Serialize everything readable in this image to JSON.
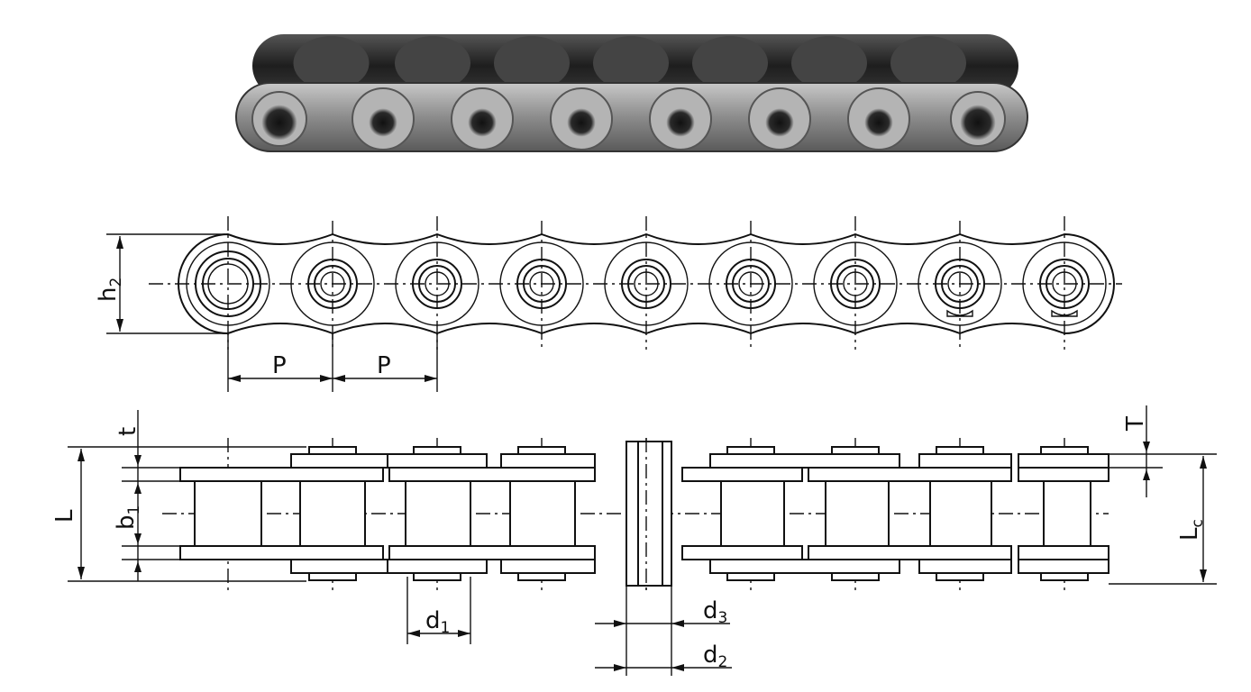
{
  "labels": {
    "h2": {
      "main": "h",
      "sub": "2"
    },
    "p1": "P",
    "p2": "P",
    "t": "t",
    "T": "T",
    "L": "L",
    "b1": {
      "main": "b",
      "sub": "1"
    },
    "Lc": {
      "main": "L",
      "sub": "c"
    },
    "d1": {
      "main": "d",
      "sub": "1"
    },
    "d2": {
      "main": "d",
      "sub": "2"
    },
    "d3": {
      "main": "d",
      "sub": "3"
    }
  },
  "colors": {
    "line": "#111111",
    "chain_dark": "#2a2a2a",
    "chain_plate": "#9a9a9a"
  }
}
